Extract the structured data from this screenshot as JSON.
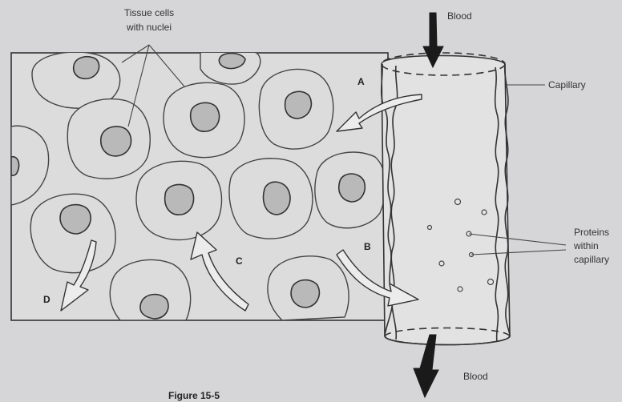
{
  "labels": {
    "tissue_cells": [
      "Tissue cells",
      "with nuclei"
    ],
    "blood_top": "Blood",
    "blood_bottom": "Blood",
    "capillary": "Capillary",
    "proteins": [
      "Proteins",
      "within",
      "capillary"
    ],
    "arrow_a": "A",
    "arrow_b": "B",
    "arrow_c": "C",
    "arrow_d": "D",
    "figure_caption": "Figure 15-5"
  },
  "colors": {
    "paper": "#d6d6d8",
    "tissue_fill": "#dcdcdc",
    "capillary_fill": "#e2e2e2",
    "nucleus_fill": "#b9b9b9",
    "ink": "#333333"
  }
}
